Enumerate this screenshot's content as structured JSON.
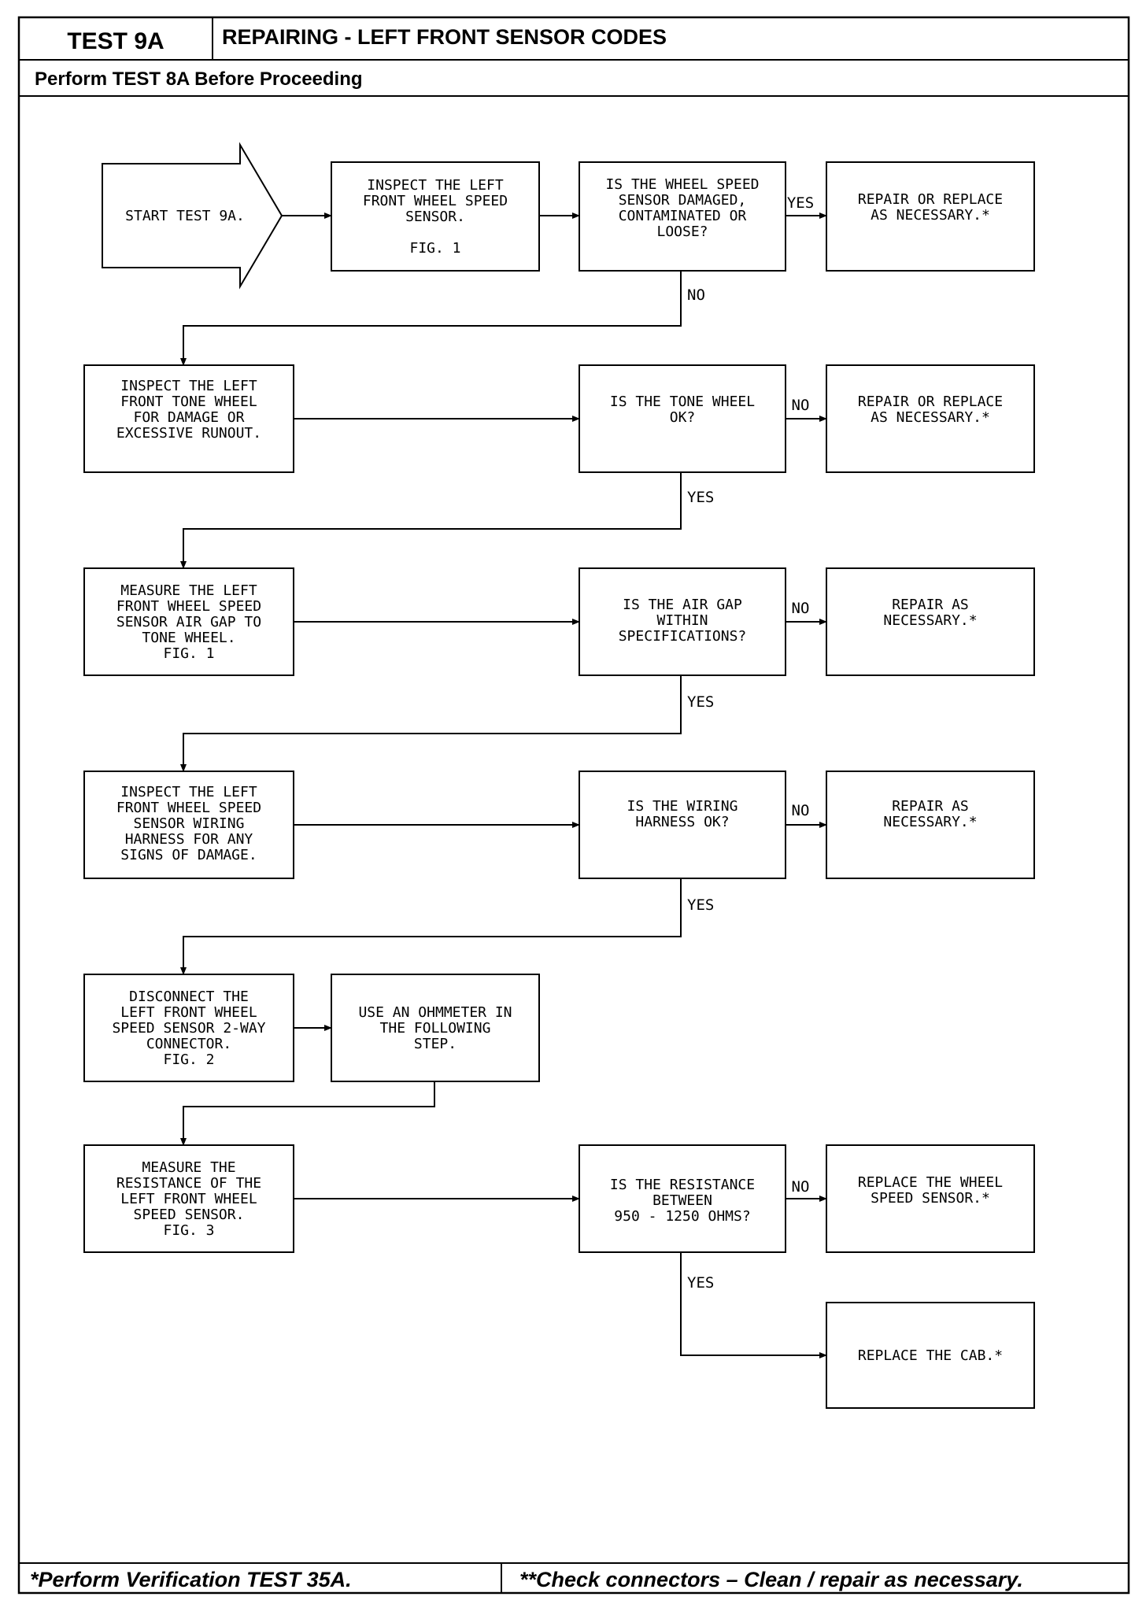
{
  "header": {
    "test_id": "TEST 9A",
    "title": "REPAIRING - LEFT FRONT SENSOR CODES",
    "subtitle": "Perform TEST 8A Before Proceeding"
  },
  "footer": {
    "left": "*Perform Verification TEST 35A.",
    "right": "**Check connectors – Clean / repair as necessary."
  },
  "flow": {
    "start": [
      "START TEST 9A."
    ],
    "inspect_sensor": [
      "INSPECT THE LEFT",
      "FRONT WHEEL SPEED",
      "SENSOR.",
      "",
      "FIG. 1"
    ],
    "q_sensor_damaged": [
      "IS THE WHEEL SPEED",
      "SENSOR DAMAGED,",
      "CONTAMINATED OR",
      "LOOSE?"
    ],
    "repair_replace_1": [
      "REPAIR OR REPLACE",
      "AS NECESSARY.*"
    ],
    "inspect_tone": [
      "INSPECT THE LEFT",
      "FRONT TONE WHEEL",
      "FOR DAMAGE OR",
      "EXCESSIVE RUNOUT."
    ],
    "q_tone_ok": [
      "IS THE TONE WHEEL",
      "OK?"
    ],
    "repair_replace_2": [
      "REPAIR OR REPLACE",
      "AS NECESSARY.*"
    ],
    "measure_gap": [
      "MEASURE THE LEFT",
      "FRONT WHEEL SPEED",
      "SENSOR AIR GAP TO",
      "TONE WHEEL.",
      "FIG. 1"
    ],
    "q_air_gap": [
      "IS THE AIR GAP",
      "WITHIN",
      "SPECIFICATIONS?"
    ],
    "repair_1": [
      "REPAIR AS",
      "NECESSARY.*"
    ],
    "inspect_wiring": [
      "INSPECT THE LEFT",
      "FRONT WHEEL SPEED",
      "SENSOR WIRING",
      "HARNESS FOR ANY",
      "SIGNS OF DAMAGE."
    ],
    "q_wiring_ok": [
      "IS THE WIRING",
      "HARNESS OK?"
    ],
    "repair_2": [
      "REPAIR AS",
      "NECESSARY.*"
    ],
    "disconnect": [
      "DISCONNECT THE",
      "LEFT FRONT WHEEL",
      "SPEED SENSOR 2-WAY",
      "CONNECTOR.",
      "FIG. 2"
    ],
    "use_ohmmeter": [
      "USE AN OHMMETER IN",
      "THE FOLLOWING",
      "STEP."
    ],
    "measure_resistance": [
      "MEASURE THE",
      "RESISTANCE OF THE",
      "LEFT FRONT WHEEL",
      "SPEED SENSOR.",
      "FIG. 3"
    ],
    "q_resistance": [
      "IS THE RESISTANCE",
      "BETWEEN",
      "950 - 1250 OHMS?"
    ],
    "replace_sensor": [
      "REPLACE THE WHEEL",
      "SPEED SENSOR.*"
    ],
    "replace_cab": [
      "REPLACE THE CAB.*"
    ]
  },
  "labels": {
    "yes": "YES",
    "no": "NO"
  }
}
